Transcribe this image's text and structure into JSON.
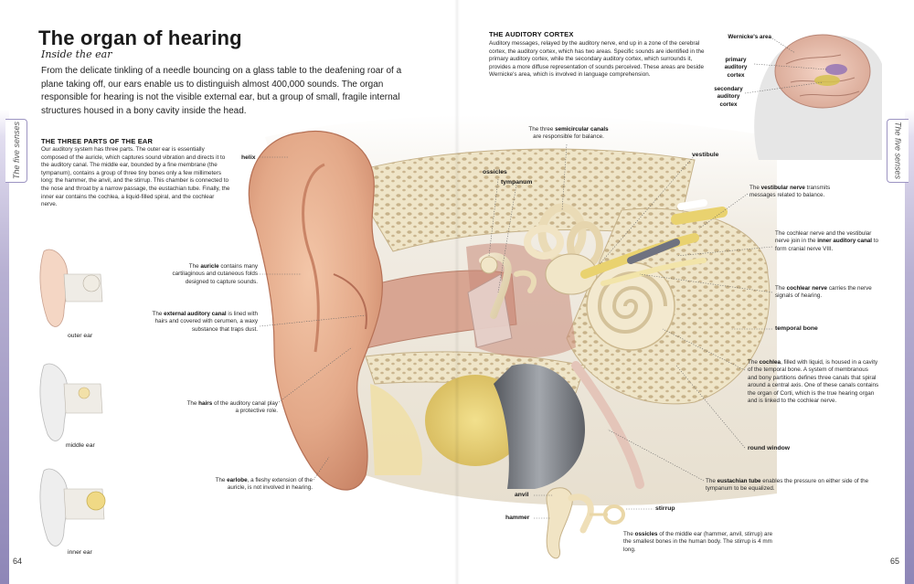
{
  "title": "The organ of hearing",
  "subtitle": "Inside the ear",
  "intro": "From the delicate tinkling of a needle bouncing on a glass table to the deafening roar of a plane taking off, our ears enable us to distinguish almost 400,000 sounds. The organ responsible for hearing is not the visible external ear, but a group of small, fragile internal structures housed in a bony cavity inside the head.",
  "side_tab_left": "The five senses",
  "side_tab_right": "The five senses",
  "three_parts": {
    "heading": "THE THREE PARTS OF THE EAR",
    "text": "Our auditory system has three parts. The outer ear is essentially composed of the auricle, which captures sound vibration and directs it to the auditory canal. The middle ear, bounded by a fine membrane (the tympanum), contains a group of three tiny bones only a few millimeters long: the hammer, the anvil, and the stirrup. This chamber is connected to the nose and throat by a narrow passage, the eustachian tube. Finally, the inner ear contains the cochlea, a liquid-filled spiral, and the cochlear nerve."
  },
  "cortex": {
    "heading": "THE AUDITORY CORTEX",
    "text": "Auditory messages, relayed by the auditory nerve, end up in a zone of the cerebral cortex, the auditory cortex, which has two areas. Specific sounds are identified in the primary auditory cortex, while the secondary auditory cortex, which surrounds it, provides a more diffuse representation of sounds perceived. These areas are beside Wernicke's area, which is involved in language comprehension.",
    "wernicke": "Wernicke's area",
    "primary": "primary auditory cortex",
    "secondary": "secondary auditory cortex"
  },
  "thumbs": {
    "outer": "outer ear",
    "middle": "middle ear",
    "inner": "inner ear"
  },
  "labels": {
    "helix": "helix",
    "auricle_b": "auricle",
    "auricle_rest": " contains many cartilaginous and cutaneous folds designed to capture sounds.",
    "canal_pre": "The ",
    "canal_b": "external auditory canal",
    "canal_rest": " is lined with hairs and covered with cerumen, a waxy substance that traps dust.",
    "hairs_b": "hairs",
    "hairs_rest": " of the auditory canal play a protective role.",
    "earlobe_b": "earlobe",
    "earlobe_rest": ", a fleshy extension of the auricle, is not involved in hearing.",
    "ossicles": "ossicles",
    "tympanum": "tympanum",
    "canals_pre": "The three ",
    "canals_b": "semicircular canals",
    "canals_rest": " are responsible for balance.",
    "vestibule": "vestibule",
    "vest_nerve_b": "vestibular nerve",
    "vest_nerve_rest": " transmits messages related to balance.",
    "inner_canal_pre": "The cochlear nerve and the vestibular nerve join in the ",
    "inner_canal_b": "inner auditory canal",
    "inner_canal_rest": " to form cranial nerve VIII.",
    "cochlear_nerve_b": "cochlear nerve",
    "cochlear_nerve_rest": " carries the nerve signals of hearing.",
    "temporal_bone": "temporal bone",
    "cochlea_b": "cochlea",
    "cochlea_rest": ", filled with liquid, is housed in a cavity of the temporal bone. A system of membranous and bony partitions defines three canals that spiral around a central axis. One of these canals contains the organ of Corti, which is the true hearing organ and is linked to the cochlear nerve.",
    "round_window": "round window",
    "eustachian_b": "eustachian tube",
    "eustachian_rest": " enables the pressure on either side of the tympanum to be equalized.",
    "anvil": "anvil",
    "hammer": "hammer",
    "stirrup": "stirrup",
    "ossicles_b": "ossicles",
    "ossicles_rest": " of the middle ear (hammer, anvil, stirrup) are the smallest bones in the human body. The stirrup is 4 mm long.",
    "the": "The ",
    "the2": "The ",
    "the3": "The ",
    "the4": "The ",
    "the5": "The ",
    "the6": "The ",
    "the7": "The ",
    "the8": "The ",
    "the9": "The "
  },
  "page_left": "64",
  "page_right": "65"
}
